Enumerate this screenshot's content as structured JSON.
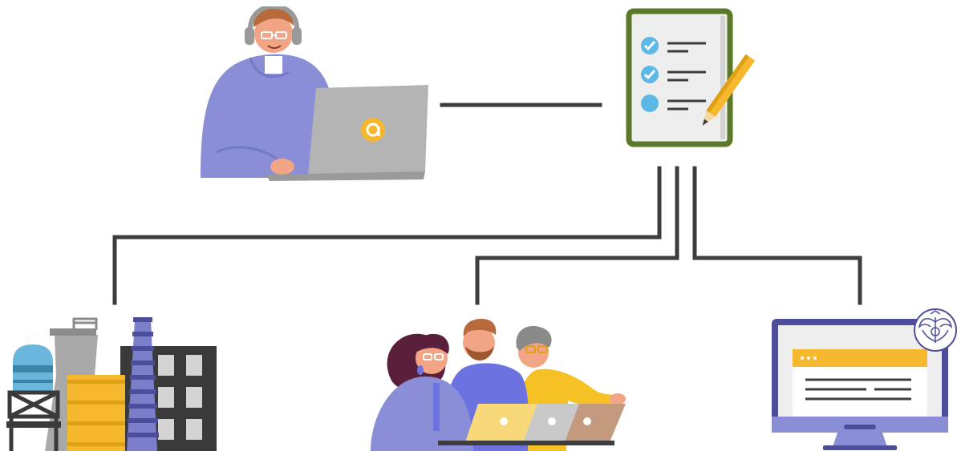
{
  "diagram": {
    "nodes": [
      {
        "id": "operator",
        "icon": "person-with-laptop-icon"
      },
      {
        "id": "checklist",
        "icon": "checklist-clipboard-icon"
      },
      {
        "id": "industry",
        "icon": "factory-icon"
      },
      {
        "id": "team",
        "icon": "team-with-laptops-icon"
      },
      {
        "id": "government-portal",
        "icon": "monitor-with-emblem-icon"
      }
    ],
    "edges": [
      {
        "from": "operator",
        "to": "checklist"
      },
      {
        "from": "checklist",
        "to": "industry"
      },
      {
        "from": "checklist",
        "to": "team"
      },
      {
        "from": "checklist",
        "to": "government-portal"
      }
    ],
    "colors": {
      "connector": "#3d3d3d",
      "person_purple": "#8a8ed6",
      "accent_yellow": "#f5b82e",
      "clipboard_green": "#5a7a2a",
      "check_blue": "#5db8e6",
      "laptop_gray": "#b4b4b4"
    }
  }
}
